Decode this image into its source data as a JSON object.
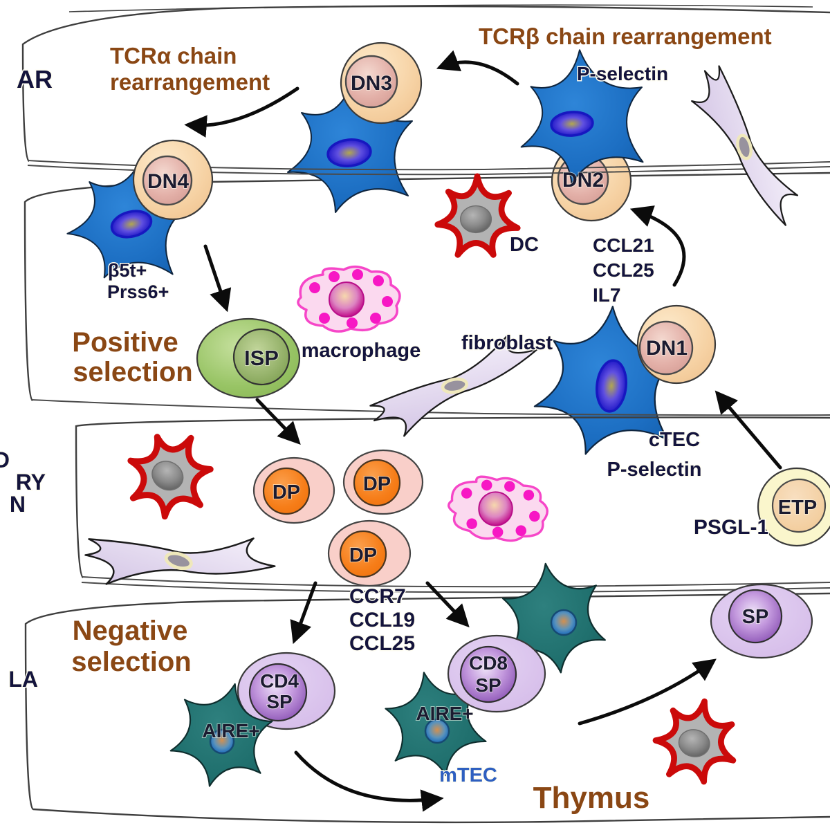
{
  "figure": {
    "margin_fragments": {
      "subcapsular": "AR",
      "cmj1": "D",
      "cmj2": "RY",
      "cmj3": "N",
      "medulla": "LA"
    },
    "processes": {
      "tcr_alpha_1": "TCRα chain",
      "tcr_alpha_2": "rearrangement",
      "tcr_beta": "TCRβ chain rearrangement",
      "positive_1": "Positive",
      "positive_2": "selection",
      "negative_1": "Negative",
      "negative_2": "selection",
      "thymus": "Thymus"
    },
    "molecules": {
      "p_selectin_top": "P-selectin",
      "ccl21": "CCL21",
      "ccl25": "CCL25",
      "il7": "IL7",
      "b5t": "β5t+",
      "prss6": "Prss6+",
      "ctec": "cTEC",
      "p_selectin_mid": "P-selectin",
      "psgl1": "PSGL-1",
      "ccr7": "CCR7",
      "ccl19": "CCL19",
      "ccl25_b": "CCL25",
      "mtec": "mTEC",
      "aire_cd4": "AIRE+",
      "aire_cd8": "AIRE+",
      "macrophage": "macrophage",
      "fibroblast": "fibroblast",
      "dc": "DC"
    },
    "cells": {
      "dn3": "DN3",
      "dn4": "DN4",
      "dn2": "DN2",
      "dn1": "DN1",
      "isp": "ISP",
      "dp1": "DP",
      "dp2": "DP",
      "dp3": "DP",
      "etp": "ETP",
      "cd4_line1": "CD4",
      "cd4_line2": "SP",
      "cd8_line1": "CD8",
      "cd8_line2": "SP",
      "sp": "SP"
    },
    "colors": {
      "brown_text": "#8a4714",
      "navy_text": "#14143c",
      "mtec_text": "#2e5fc0",
      "band_stroke": "#3e3e3e",
      "blue_cell": "#1c6ec2",
      "blue_nucleus": "#2c22cc",
      "teal_cell": "#20706e",
      "red_dc": "#cb0a0a",
      "macrophage_pink": "#fbd9ef",
      "macrophage_magenta": "#f646c8",
      "dn_outer": "#f6d2a4",
      "dn_inner": "#e3b0a8",
      "dp_outer": "#f9cfc9",
      "dp_orange": "#f67d18",
      "isp_green_outer": "#98c465",
      "isp_green_inner": "#8aa95e",
      "etp_outer": "#faf6cc",
      "etp_inner": "#f3cc9c",
      "sp_purple_outer": "#d7bcea",
      "sp_purple_inner": "#9560bc",
      "fibroblast_fill": "#d9cce9",
      "arrow_black": "#0b0b0b"
    }
  }
}
